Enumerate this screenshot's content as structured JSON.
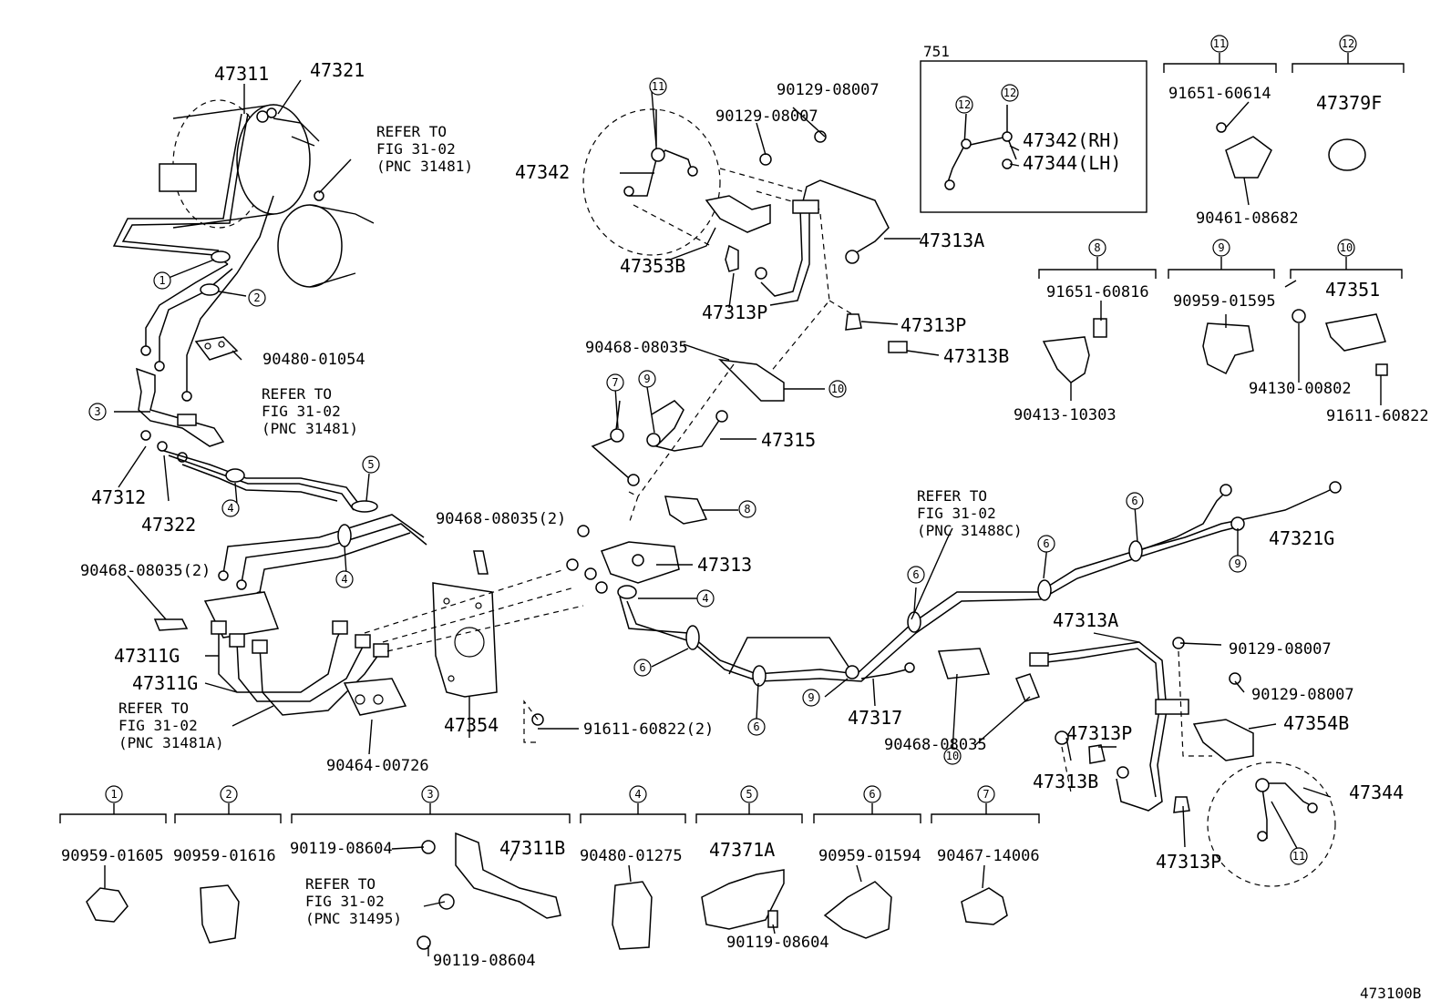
{
  "figure_id": "473100B",
  "main_labels": {
    "p47311": "47311",
    "p47321": "47321",
    "p47312": "47312",
    "p47322": "47322",
    "p90480_01054": "90480-01054",
    "p90468_08035_2a": "90468-08035(2)",
    "p90468_08035_2b": "90468-08035(2)",
    "p47311G_a": "47311G",
    "p47311G_b": "47311G",
    "p90464_00726": "90464-00726",
    "p47354": "47354",
    "p91611_60822_2": "91611-60822(2)",
    "p47342": "47342",
    "p90129_08007_a": "90129-08007",
    "p90129_08007_b": "90129-08007",
    "p47313A_top": "47313A",
    "p47353B": "47353B",
    "p47313P_a": "47313P",
    "p47313P_b": "47313P",
    "p47313B_a": "47313B",
    "p90468_08035_a": "90468-08035",
    "p47315": "47315",
    "p47313": "47313",
    "p47317": "47317",
    "p90468_08035_b": "90468-08035",
    "p47321G": "47321G",
    "p47313A_b": "47313A",
    "p90129_08007_c": "90129-08007",
    "p90129_08007_d": "90129-08007",
    "p47313P_c": "47313P",
    "p47354B": "47354B",
    "p47313B_b": "47313B",
    "p47313P_d": "47313P",
    "p47344": "47344"
  },
  "refer_notes": [
    {
      "l1": "REFER TO",
      "l2": "FIG 31-02",
      "l3": "(PNC 31481)"
    },
    {
      "l1": "REFER TO",
      "l2": "FIG 31-02",
      "l3": "(PNC 31481)"
    },
    {
      "l1": "REFER TO",
      "l2": "FIG 31-02",
      "l3": "(PNC 31481A)"
    },
    {
      "l1": "REFER TO",
      "l2": "FIG 31-02",
      "l3": "(PNC 31488C)"
    },
    {
      "l1": "REFER TO",
      "l2": "FIG 31-02",
      "l3": "(PNC 31495)"
    }
  ],
  "inset_751": {
    "tag": "751",
    "rh": "47342(RH)",
    "lh": "47344(LH)"
  },
  "callout_boxes": [
    {
      "num": "1",
      "parts": [
        "90959-01605"
      ]
    },
    {
      "num": "2",
      "parts": [
        "90959-01616"
      ]
    },
    {
      "num": "3",
      "parts": [
        "90119-08604",
        "47311B",
        "90119-08604"
      ]
    },
    {
      "num": "4",
      "parts": [
        "90480-01275"
      ]
    },
    {
      "num": "5",
      "parts": [
        "47371A",
        "90119-08604"
      ]
    },
    {
      "num": "6",
      "parts": [
        "90959-01594"
      ]
    },
    {
      "num": "7",
      "parts": [
        "90467-14006"
      ]
    },
    {
      "num": "8",
      "parts": [
        "91651-60816",
        "90413-10303"
      ]
    },
    {
      "num": "9",
      "parts": [
        "90959-01595"
      ]
    },
    {
      "num": "10",
      "parts": [
        "47351",
        "94130-00802",
        "91611-60822"
      ]
    },
    {
      "num": "11",
      "parts": [
        "91651-60614",
        "90461-08682"
      ]
    },
    {
      "num": "12",
      "parts": [
        "47379F"
      ]
    }
  ],
  "callout_markers": [
    "1",
    "2",
    "3",
    "4",
    "5",
    "6",
    "7",
    "8",
    "9",
    "10",
    "11",
    "12"
  ]
}
